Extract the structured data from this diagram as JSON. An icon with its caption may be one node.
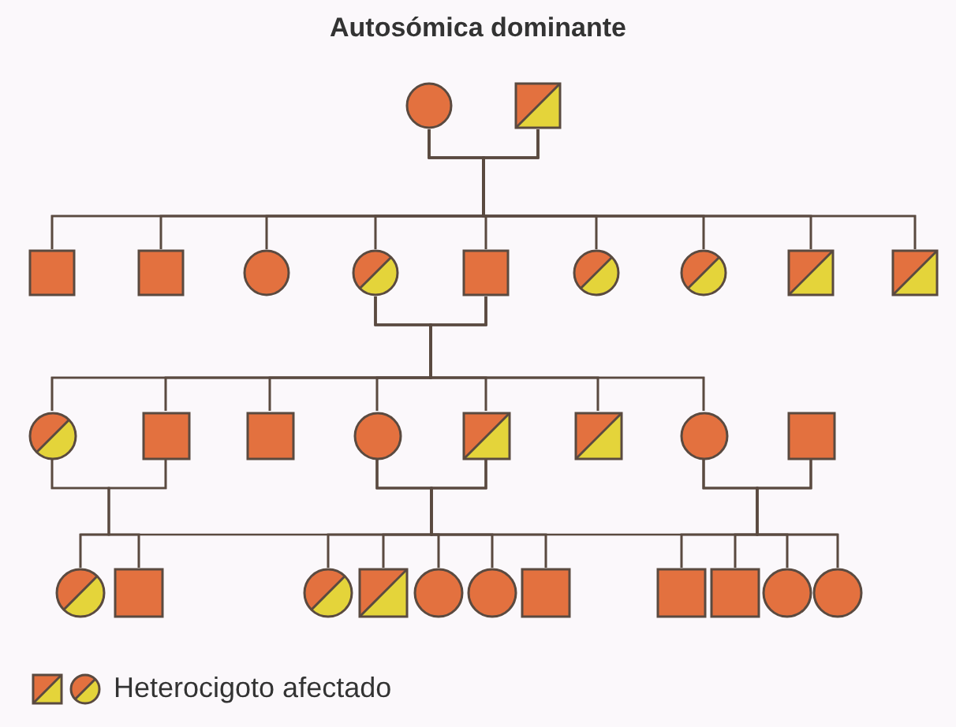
{
  "diagram": {
    "title": "Autosómica dominante",
    "nodes": [
      {
        "text": [],
        "shape": "circle"
      },
      {
        "text": [],
        "shape": "box"
      },
      {
        "text": [],
        "shape": "box"
      },
      {
        "text": [],
        "shape": "box"
      },
      {
        "text": [],
        "shape": "circle"
      },
      {
        "text": [],
        "shape": "circle"
      },
      {
        "text": [],
        "shape": "box"
      },
      {
        "text": [],
        "shape": "circle"
      },
      {
        "text": [],
        "shape": "circle"
      },
      {
        "text": [],
        "shape": "box"
      },
      {
        "text": [],
        "shape": "box"
      },
      {
        "text": [],
        "shape": "circle"
      },
      {
        "text": [],
        "shape": "box"
      },
      {
        "text": [],
        "shape": "box"
      },
      {
        "text": [],
        "shape": "circle"
      },
      {
        "text": [],
        "shape": "box"
      },
      {
        "text": [],
        "shape": "box"
      },
      {
        "text": [],
        "shape": "circle"
      },
      {
        "text": [],
        "shape": "box"
      },
      {
        "text": [],
        "shape": "circle"
      },
      {
        "text": [],
        "shape": "box"
      },
      {
        "text": [],
        "shape": "circle"
      },
      {
        "text": [],
        "shape": "box"
      },
      {
        "text": [],
        "shape": "circle"
      },
      {
        "text": [],
        "shape": "circle"
      },
      {
        "text": [],
        "shape": "box"
      },
      {
        "text": [],
        "shape": "box"
      },
      {
        "text": [],
        "shape": "box"
      },
      {
        "text": [],
        "shape": "circle"
      },
      {
        "text": [],
        "shape": "circle"
      }
    ],
    "edges": [
      {
        "from": 0,
        "to": 2,
        "arrow": "none"
      },
      {
        "from": 1,
        "to": 2,
        "arrow": "none"
      },
      {
        "from": 0,
        "to": 3,
        "arrow": "none"
      },
      {
        "from": 1,
        "to": 3,
        "arrow": "none"
      },
      {
        "from": 0,
        "to": 4,
        "arrow": "none"
      },
      {
        "from": 1,
        "to": 4,
        "arrow": "none"
      },
      {
        "from": 0,
        "to": 5,
        "arrow": "none"
      },
      {
        "from": 1,
        "to": 5,
        "arrow": "none"
      },
      {
        "from": 0,
        "to": 6,
        "arrow": "none"
      },
      {
        "from": 1,
        "to": 6,
        "arrow": "none"
      },
      {
        "from": 0,
        "to": 7,
        "arrow": "none"
      },
      {
        "from": 1,
        "to": 7,
        "arrow": "none"
      },
      {
        "from": 0,
        "to": 8,
        "arrow": "none"
      },
      {
        "from": 1,
        "to": 8,
        "arrow": "none"
      },
      {
        "from": 0,
        "to": 9,
        "arrow": "none"
      },
      {
        "from": 1,
        "to": 9,
        "arrow": "none"
      },
      {
        "from": 0,
        "to": 10,
        "arrow": "none"
      },
      {
        "from": 1,
        "to": 10,
        "arrow": "none"
      },
      {
        "from": 5,
        "to": 11,
        "arrow": "none"
      },
      {
        "from": 6,
        "to": 11,
        "arrow": "none"
      },
      {
        "from": 5,
        "to": 12,
        "arrow": "none"
      },
      {
        "from": 6,
        "to": 12,
        "arrow": "none"
      },
      {
        "from": 5,
        "to": 13,
        "arrow": "none"
      },
      {
        "from": 6,
        "to": 13,
        "arrow": "none"
      },
      {
        "from": 5,
        "to": 14,
        "arrow": "none"
      },
      {
        "from": 6,
        "to": 14,
        "arrow": "none"
      },
      {
        "from": 5,
        "to": 15,
        "arrow": "none"
      },
      {
        "from": 6,
        "to": 15,
        "arrow": "none"
      },
      {
        "from": 5,
        "to": 16,
        "arrow": "none"
      },
      {
        "from": 6,
        "to": 16,
        "arrow": "none"
      },
      {
        "from": 5,
        "to": 17,
        "arrow": "none"
      },
      {
        "from": 6,
        "to": 17,
        "arrow": "none"
      },
      {
        "from": 11,
        "to": 19,
        "arrow": "none"
      },
      {
        "from": 12,
        "to": 19,
        "arrow": "none"
      },
      {
        "from": 11,
        "to": 20,
        "arrow": "none"
      },
      {
        "from": 12,
        "to": 20,
        "arrow": "none"
      },
      {
        "from": 14,
        "to": 21,
        "arrow": "none"
      },
      {
        "from": 15,
        "to": 21,
        "arrow": "none"
      },
      {
        "from": 14,
        "to": 22,
        "arrow": "none"
      },
      {
        "from": 15,
        "to": 22,
        "arrow": "none"
      },
      {
        "from": 14,
        "to": 23,
        "arrow": "none"
      },
      {
        "from": 15,
        "to": 23,
        "arrow": "none"
      },
      {
        "from": 14,
        "to": 24,
        "arrow": "none"
      },
      {
        "from": 15,
        "to": 24,
        "arrow": "none"
      },
      {
        "from": 14,
        "to": 25,
        "arrow": "none"
      },
      {
        "from": 15,
        "to": 25,
        "arrow": "none"
      },
      {
        "from": 17,
        "to": 26,
        "arrow": "none"
      },
      {
        "from": 18,
        "to": 26,
        "arrow": "none"
      },
      {
        "from": 17,
        "to": 27,
        "arrow": "none"
      },
      {
        "from": 18,
        "to": 27,
        "arrow": "none"
      },
      {
        "from": 17,
        "to": 28,
        "arrow": "none"
      },
      {
        "from": 18,
        "to": 28,
        "arrow": "none"
      },
      {
        "from": 17,
        "to": 29,
        "arrow": "none"
      },
      {
        "from": 18,
        "to": 29,
        "arrow": "none"
      }
    ],
    "legend": [
      {
        "text": "Heterocigoto afectado"
      }
    ]
  }
}
